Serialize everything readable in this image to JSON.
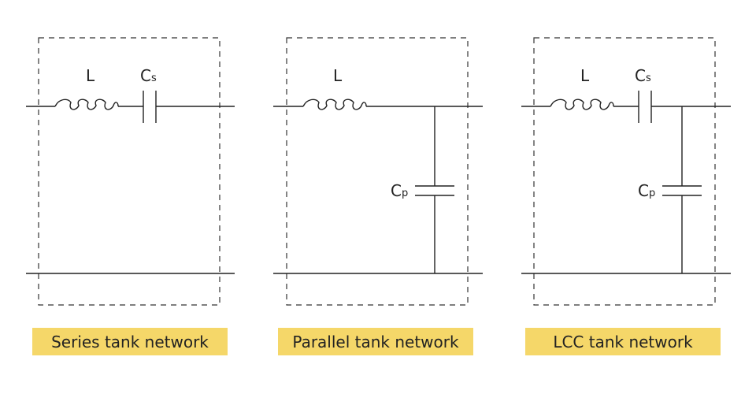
{
  "diagrams": [
    {
      "caption": "Series tank network",
      "inductor_label": "L",
      "series_cap": {
        "main": "C",
        "sub": "s"
      }
    },
    {
      "caption": "Parallel tank network",
      "inductor_label": "L",
      "parallel_cap": {
        "main": "C",
        "sub": "p"
      }
    },
    {
      "caption": "LCC tank network",
      "inductor_label": "L",
      "series_cap": {
        "main": "C",
        "sub": "s"
      },
      "parallel_cap": {
        "main": "C",
        "sub": "p"
      }
    }
  ],
  "colors": {
    "caption_background": "#f5d769",
    "wire": "#222222"
  }
}
